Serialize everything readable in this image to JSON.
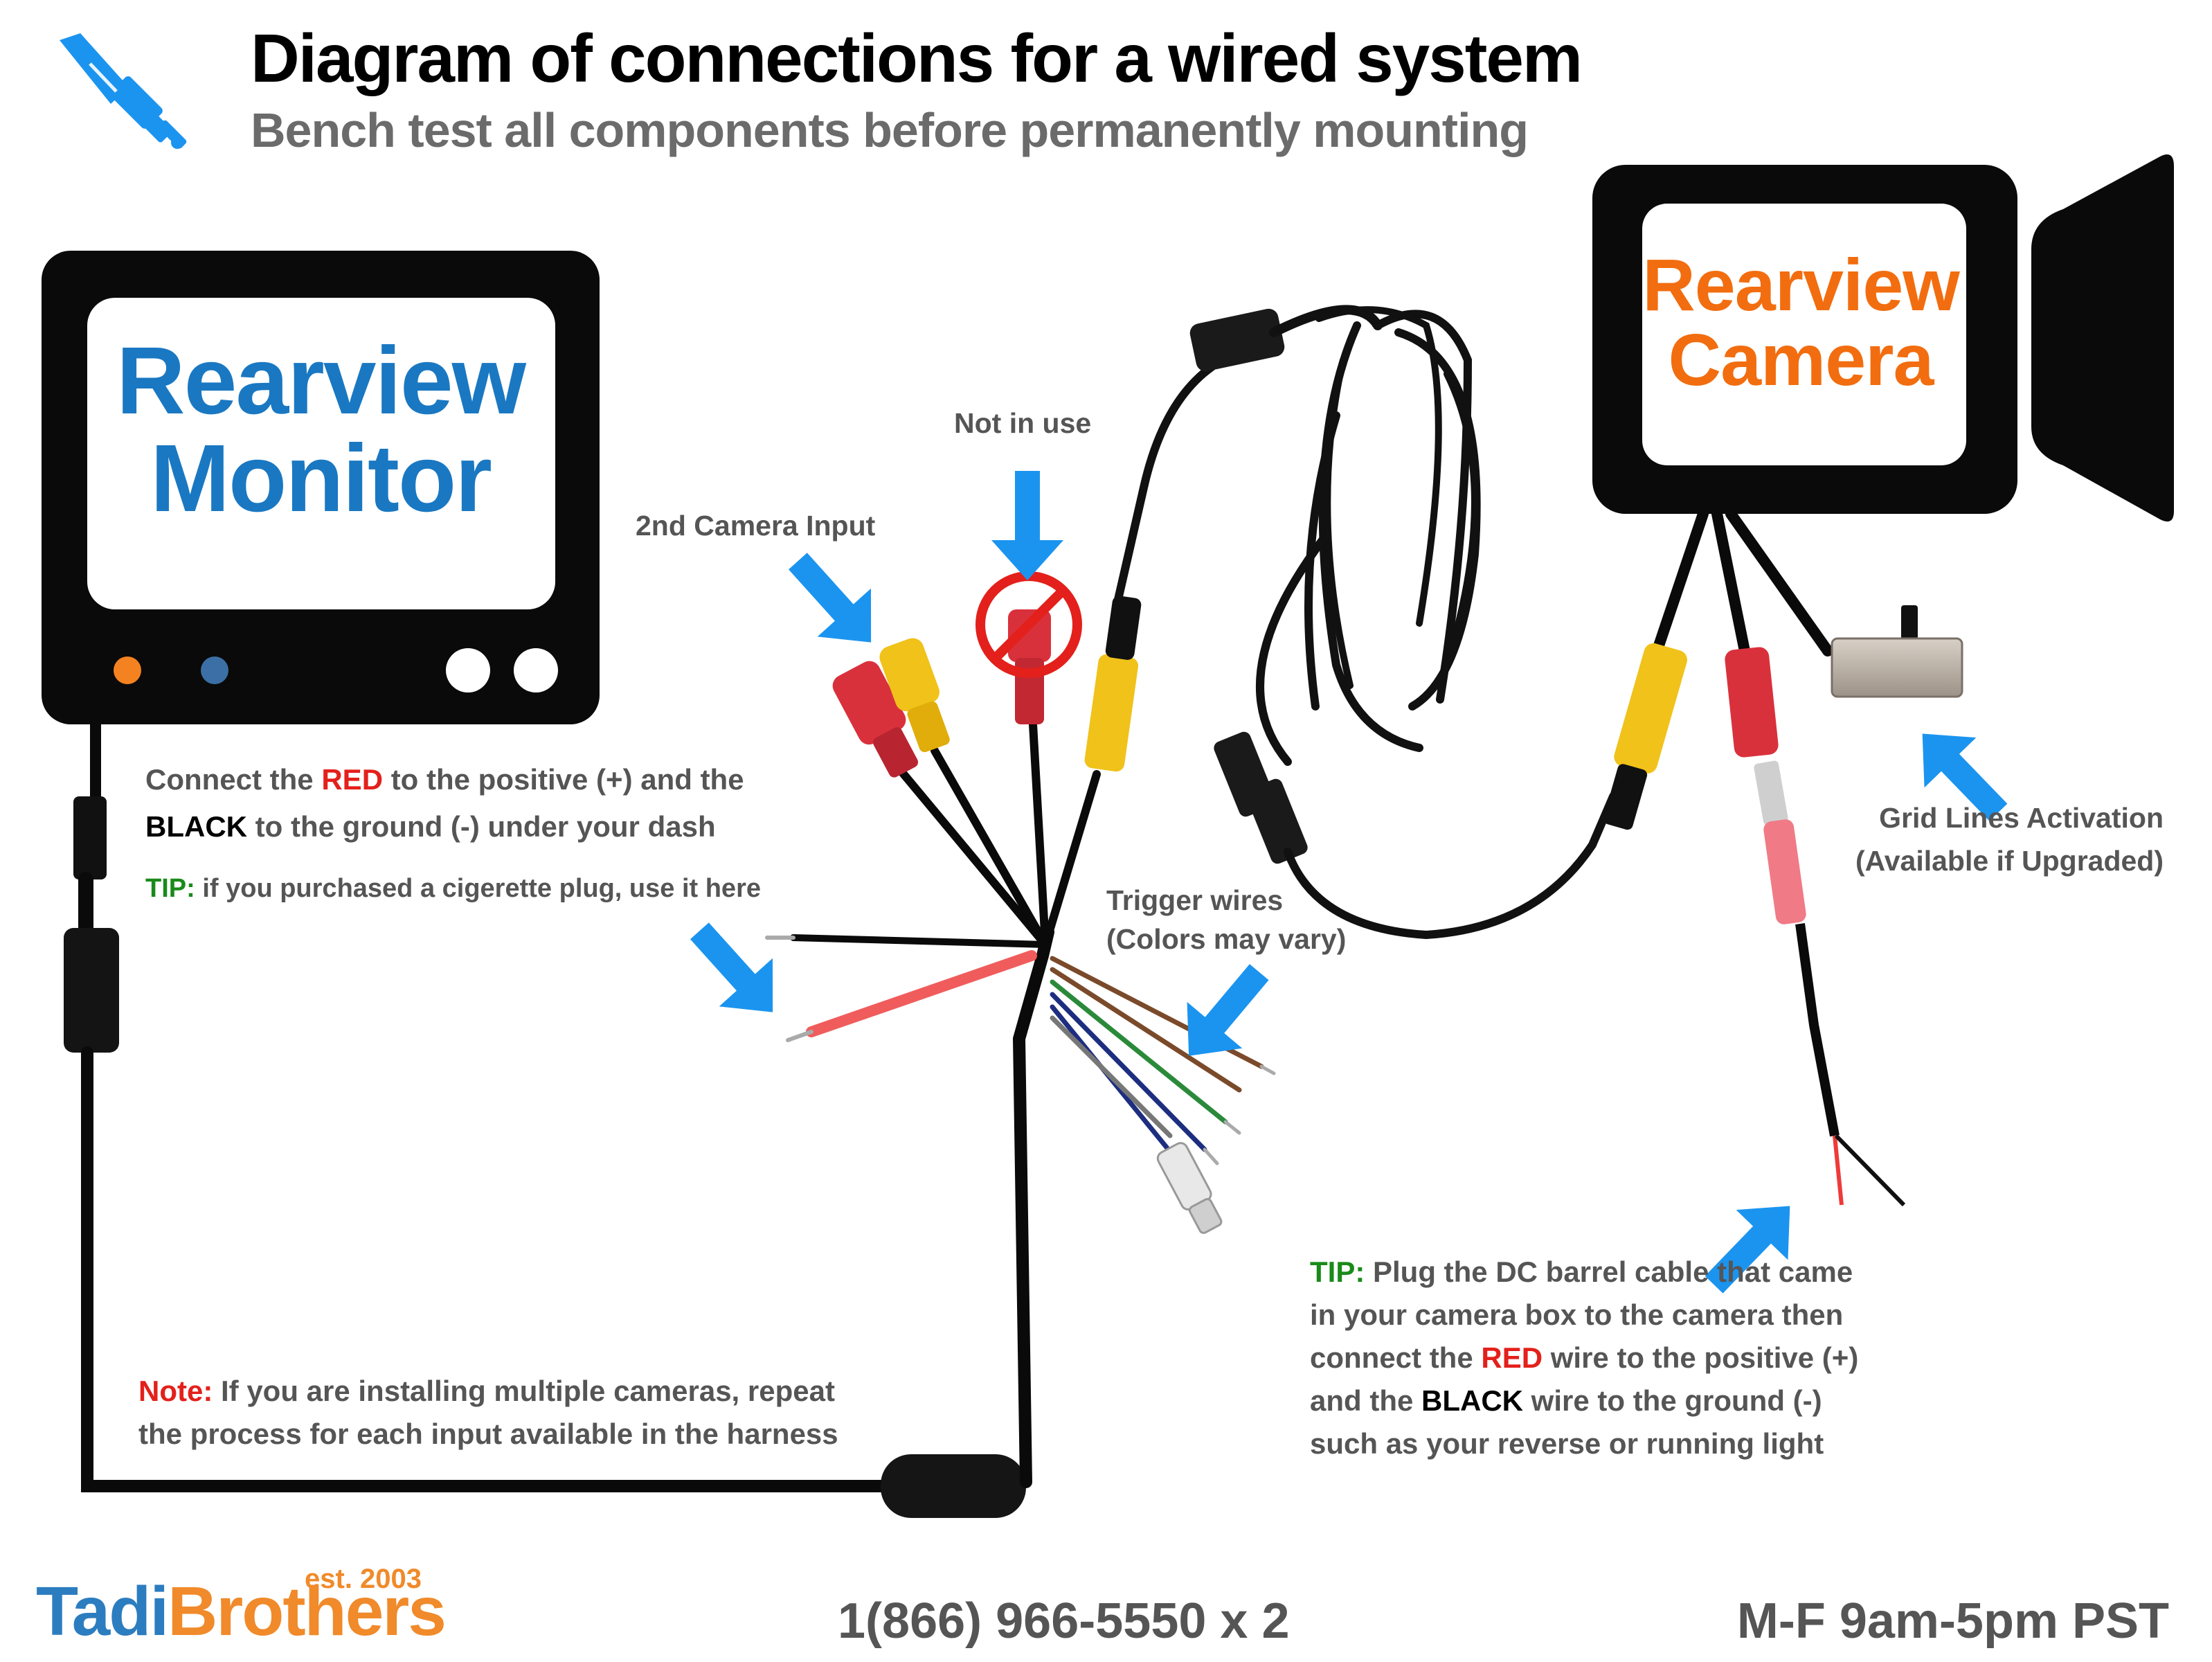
{
  "header": {
    "title": "Diagram of connections for a wired system",
    "subtitle": "Bench test all components before permanently mounting"
  },
  "monitor": {
    "label_line1": "Rearview",
    "label_line2": "Monitor"
  },
  "camera": {
    "label_line1": "Rearview",
    "label_line2": "Camera"
  },
  "labels": {
    "not_in_use": "Not in use",
    "second_camera_input": "2nd Camera Input",
    "trigger_line1": "Trigger wires",
    "trigger_line2": "(Colors may vary)",
    "grid_line1": "Grid Lines Activation",
    "grid_line2": "(Available if Upgraded)"
  },
  "power_note": {
    "line1_pre": "Connect the ",
    "line1_red": "RED",
    "line1_post": " to the positive (+) and the",
    "line2_black": "BLACK",
    "line2_post": " to the ground (-) under your dash",
    "tip_label": "TIP:",
    "tip_text": " if you purchased a cigerette plug, use it here"
  },
  "camera_tip": {
    "tip_label": "TIP:",
    "line1": " Plug the DC barrel cable that came",
    "line2": "in your camera box to the camera then",
    "line3_pre": "connect the ",
    "line3_red": "RED",
    "line3_post": " wire to the positive (+)",
    "line4_pre": "and the ",
    "line4_black": "BLACK",
    "line4_post": " wire to the ground (-)",
    "line5": "such as your reverse or running light"
  },
  "multi_note": {
    "note_label": "Note:",
    "line1": " If you are installing multiple cameras, repeat",
    "line2": "the process for each input available in the harness"
  },
  "footer": {
    "brand_tadi": "Tadi",
    "brand_brothers": "Brothers",
    "brand_est": "est. 2003",
    "phone": "1(866) 966-5550 x 2",
    "hours": "M-F 9am-5pm PST"
  },
  "colors": {
    "arrow_blue": "#1b94ef",
    "monitor_blue": "#1a78c2",
    "camera_orange": "#f26d0f",
    "rca_red": "#d9313c",
    "rca_yellow": "#f0c21a",
    "tip_green": "#1a8a1a",
    "warn_red": "#e3201b",
    "body_black": "#0a0a0a"
  }
}
